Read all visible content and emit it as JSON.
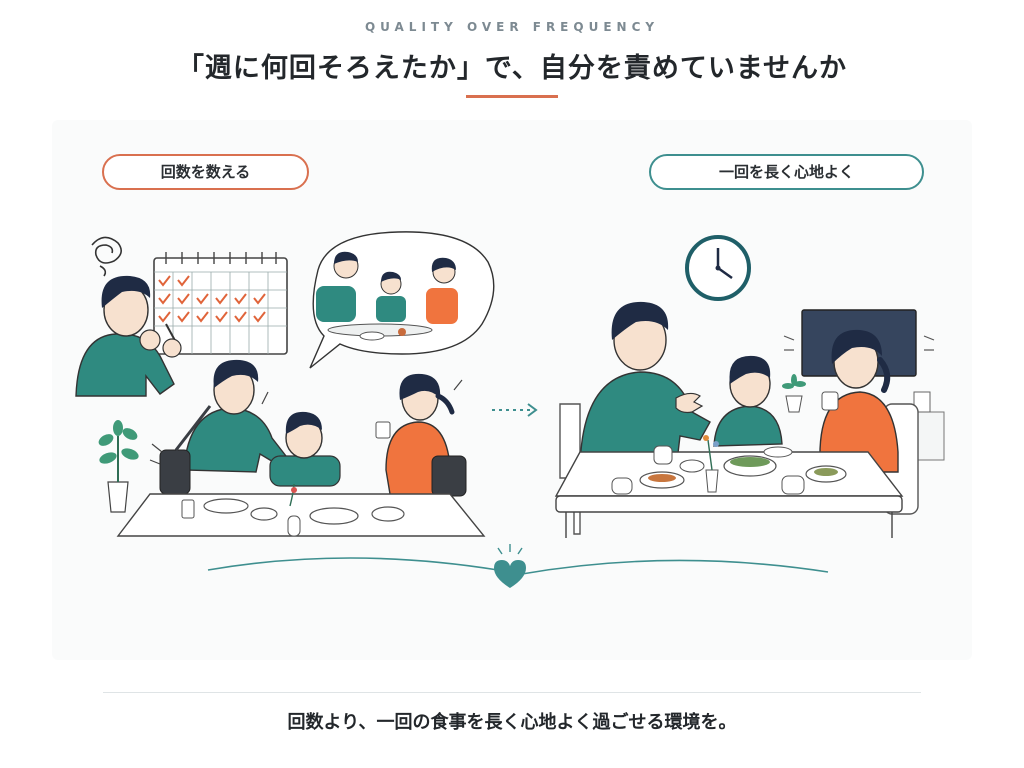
{
  "header": {
    "eyebrow": "QUALITY OVER FREQUENCY",
    "title": "「週に何回そろえたか」で、自分を責めていませんか"
  },
  "left_panel": {
    "label": "回数を数える"
  },
  "right_panel": {
    "label": "一回を長く心地よく"
  },
  "footer": {
    "caption": "回数より、一回の食事を長く心地よく過ごせる環境を。"
  },
  "colors": {
    "accent_orange": "#d9704f",
    "accent_teal": "#3e8f8f",
    "sweater_green": "#2f8a80",
    "hair_navy": "#1f2b44",
    "top_orange": "#f0743e"
  },
  "icons": [
    "calendar-icon",
    "stress-swirl-icon",
    "clock-icon",
    "heart-icon",
    "arrow-right-icon",
    "plant-icon",
    "tv-icon"
  ]
}
